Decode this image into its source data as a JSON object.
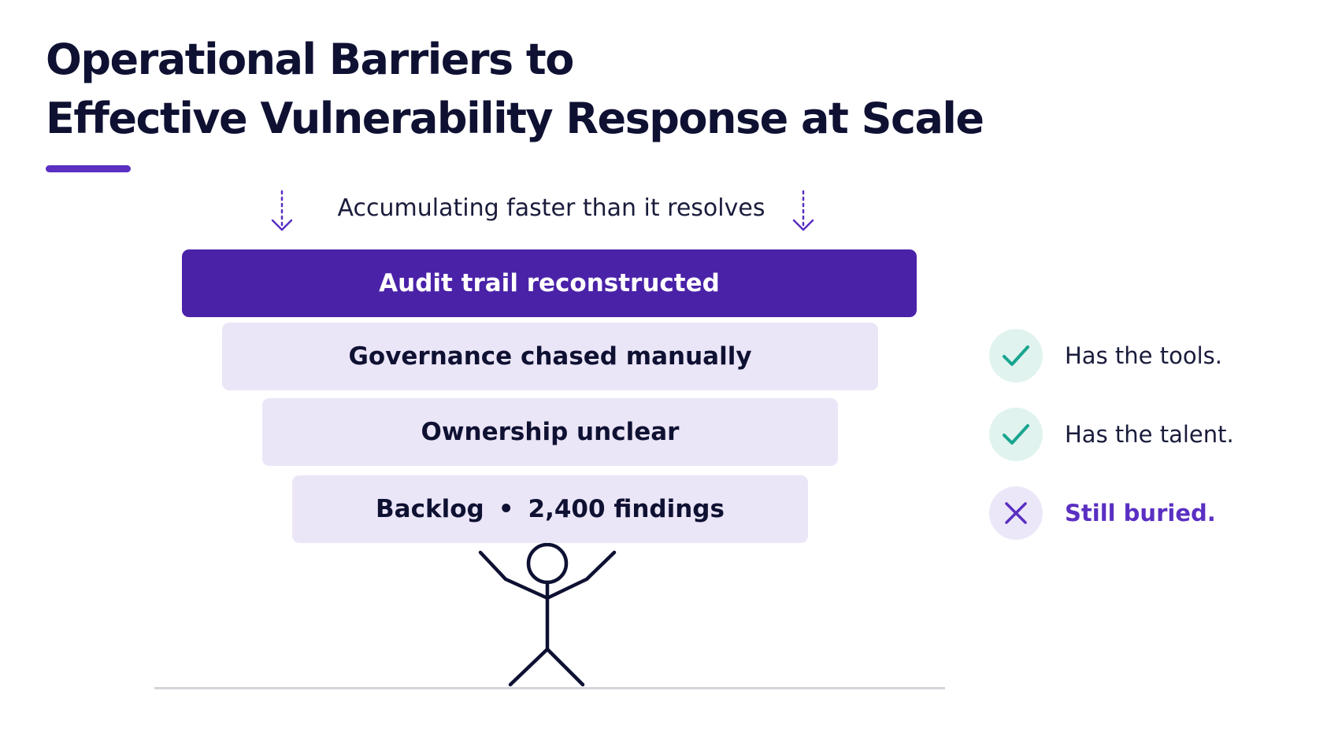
{
  "title": {
    "line1": "Operational Barriers to",
    "line2": "Effective Vulnerability Response at Scale"
  },
  "caption": "Accumulating faster than it resolves",
  "layers": [
    {
      "label": "Audit trail reconstructed"
    },
    {
      "label": "Governance chased manually"
    },
    {
      "label": "Ownership unclear"
    },
    {
      "label": "Backlog",
      "separator": "•",
      "detail": "2,400 findings"
    }
  ],
  "status": [
    {
      "label": "Has the tools.",
      "state": "check",
      "icon": "check-icon"
    },
    {
      "label": "Has the talent.",
      "state": "check",
      "icon": "check-icon"
    },
    {
      "label": "Still buried.",
      "state": "cross",
      "icon": "x-icon"
    }
  ],
  "colors": {
    "accent": "#5a2fc2",
    "top_layer": "#4a22a8",
    "light_layer": "#ebe6f7",
    "check": "#19a58f",
    "check_bg": "#e0f3ef",
    "cross": "#5a2fc2",
    "cross_bg": "#ece7f8",
    "ink": "#0f1133"
  }
}
